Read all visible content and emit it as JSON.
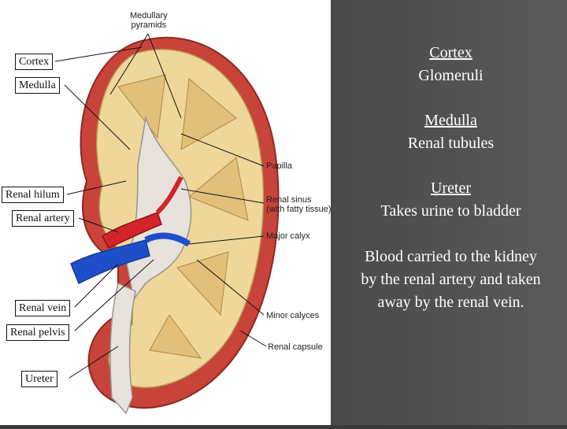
{
  "diagram_labels": {
    "cortex": "Cortex",
    "medulla": "Medulla",
    "renal_hilum": "Renal hilum",
    "renal_artery": "Renal artery",
    "renal_vein": "Renal vein",
    "renal_pelvis": "Renal pelvis",
    "ureter": "Ureter"
  },
  "printed_labels": {
    "medullary_pyramids_1": "Medullary",
    "medullary_pyramids_2": "pyramids",
    "papilla": "Papilla",
    "renal_sinus_1": "Renal sinus",
    "renal_sinus_2": "(with fatty tissue)",
    "major_calyx": "Major calyx",
    "minor_calyces": "Minor calyces",
    "renal_capsule": "Renal capsule"
  },
  "notes": {
    "cortex_title": "Cortex",
    "cortex_text": "Glomeruli",
    "medulla_title": "Medulla",
    "medulla_text": "Renal tubules",
    "ureter_title": "Ureter",
    "ureter_text": "Takes urine to bladder",
    "blood_text": "Blood carried to the kidney by the renal artery and taken away by the renal vein."
  },
  "colors": {
    "capsule": "#c8433a",
    "cortex": "#efd79a",
    "pelvis": "#e7e2dc",
    "artery": "#d4242a",
    "vein": "#1e4fc9",
    "background": "#3a3a3a"
  }
}
